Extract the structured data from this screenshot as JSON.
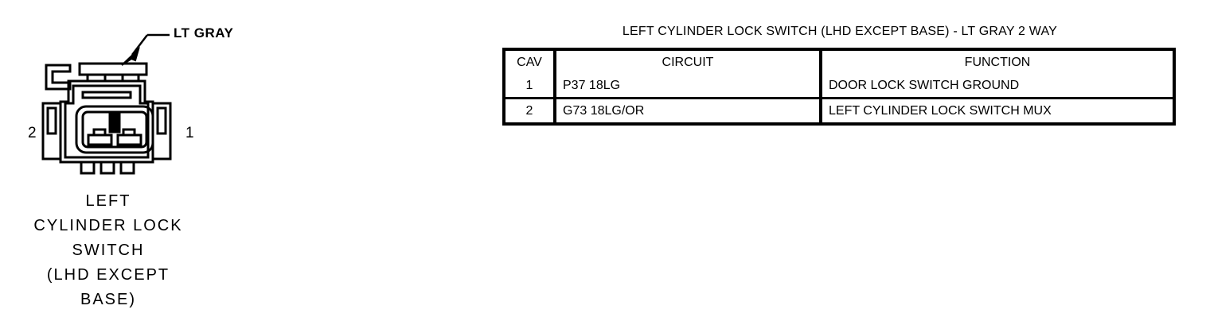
{
  "connector": {
    "callout_label": "LT GRAY",
    "pin_left": "2",
    "pin_right": "1",
    "caption_lines": [
      "LEFT",
      "CYLINDER LOCK",
      "SWITCH",
      "(LHD EXCEPT",
      "BASE)"
    ]
  },
  "table": {
    "title": "LEFT CYLINDER LOCK SWITCH (LHD EXCEPT BASE) - LT GRAY 2 WAY",
    "headers": {
      "cav": "CAV",
      "circuit": "CIRCUIT",
      "function": "FUNCTION"
    },
    "rows": [
      {
        "cav": "1",
        "circuit": "P37 18LG",
        "function": "DOOR LOCK SWITCH GROUND"
      },
      {
        "cav": "2",
        "circuit": "G73 18LG/OR",
        "function": "LEFT CYLINDER LOCK SWITCH MUX"
      }
    ]
  },
  "colors": {
    "line": "#000000",
    "background": "#ffffff"
  }
}
